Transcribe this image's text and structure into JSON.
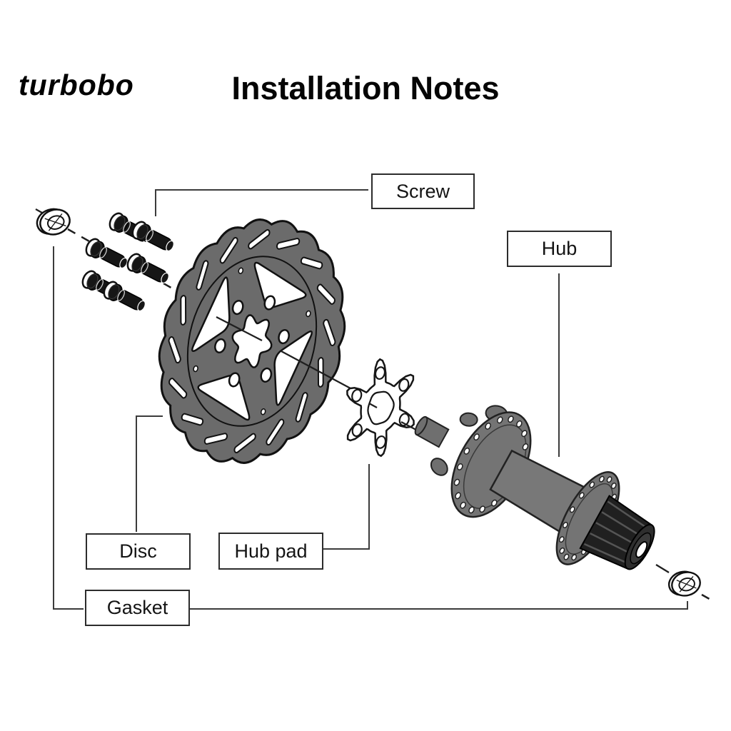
{
  "header": {
    "logo": "turbobo",
    "title": "Installation Notes"
  },
  "labels": {
    "screw": "Screw",
    "hub": "Hub",
    "disc": "Disc",
    "hub_pad": "Hub pad",
    "gasket": "Gasket"
  },
  "diagram": {
    "parts": [
      {
        "id": "gasket-left",
        "label": "Gasket"
      },
      {
        "id": "screws",
        "label": "Screw",
        "count": 6
      },
      {
        "id": "disc-rotor",
        "label": "Disc"
      },
      {
        "id": "hub-pad",
        "label": "Hub pad"
      },
      {
        "id": "hub",
        "label": "Hub"
      },
      {
        "id": "gasket-right",
        "label": "Gasket"
      }
    ],
    "colors": {
      "rotor": "#6b6b6b",
      "hub": "#757575",
      "hub_edge": "#222222",
      "dark_part": "#1d1d1d",
      "outline": "#111111",
      "leader_line": "#3b3b3b"
    }
  }
}
